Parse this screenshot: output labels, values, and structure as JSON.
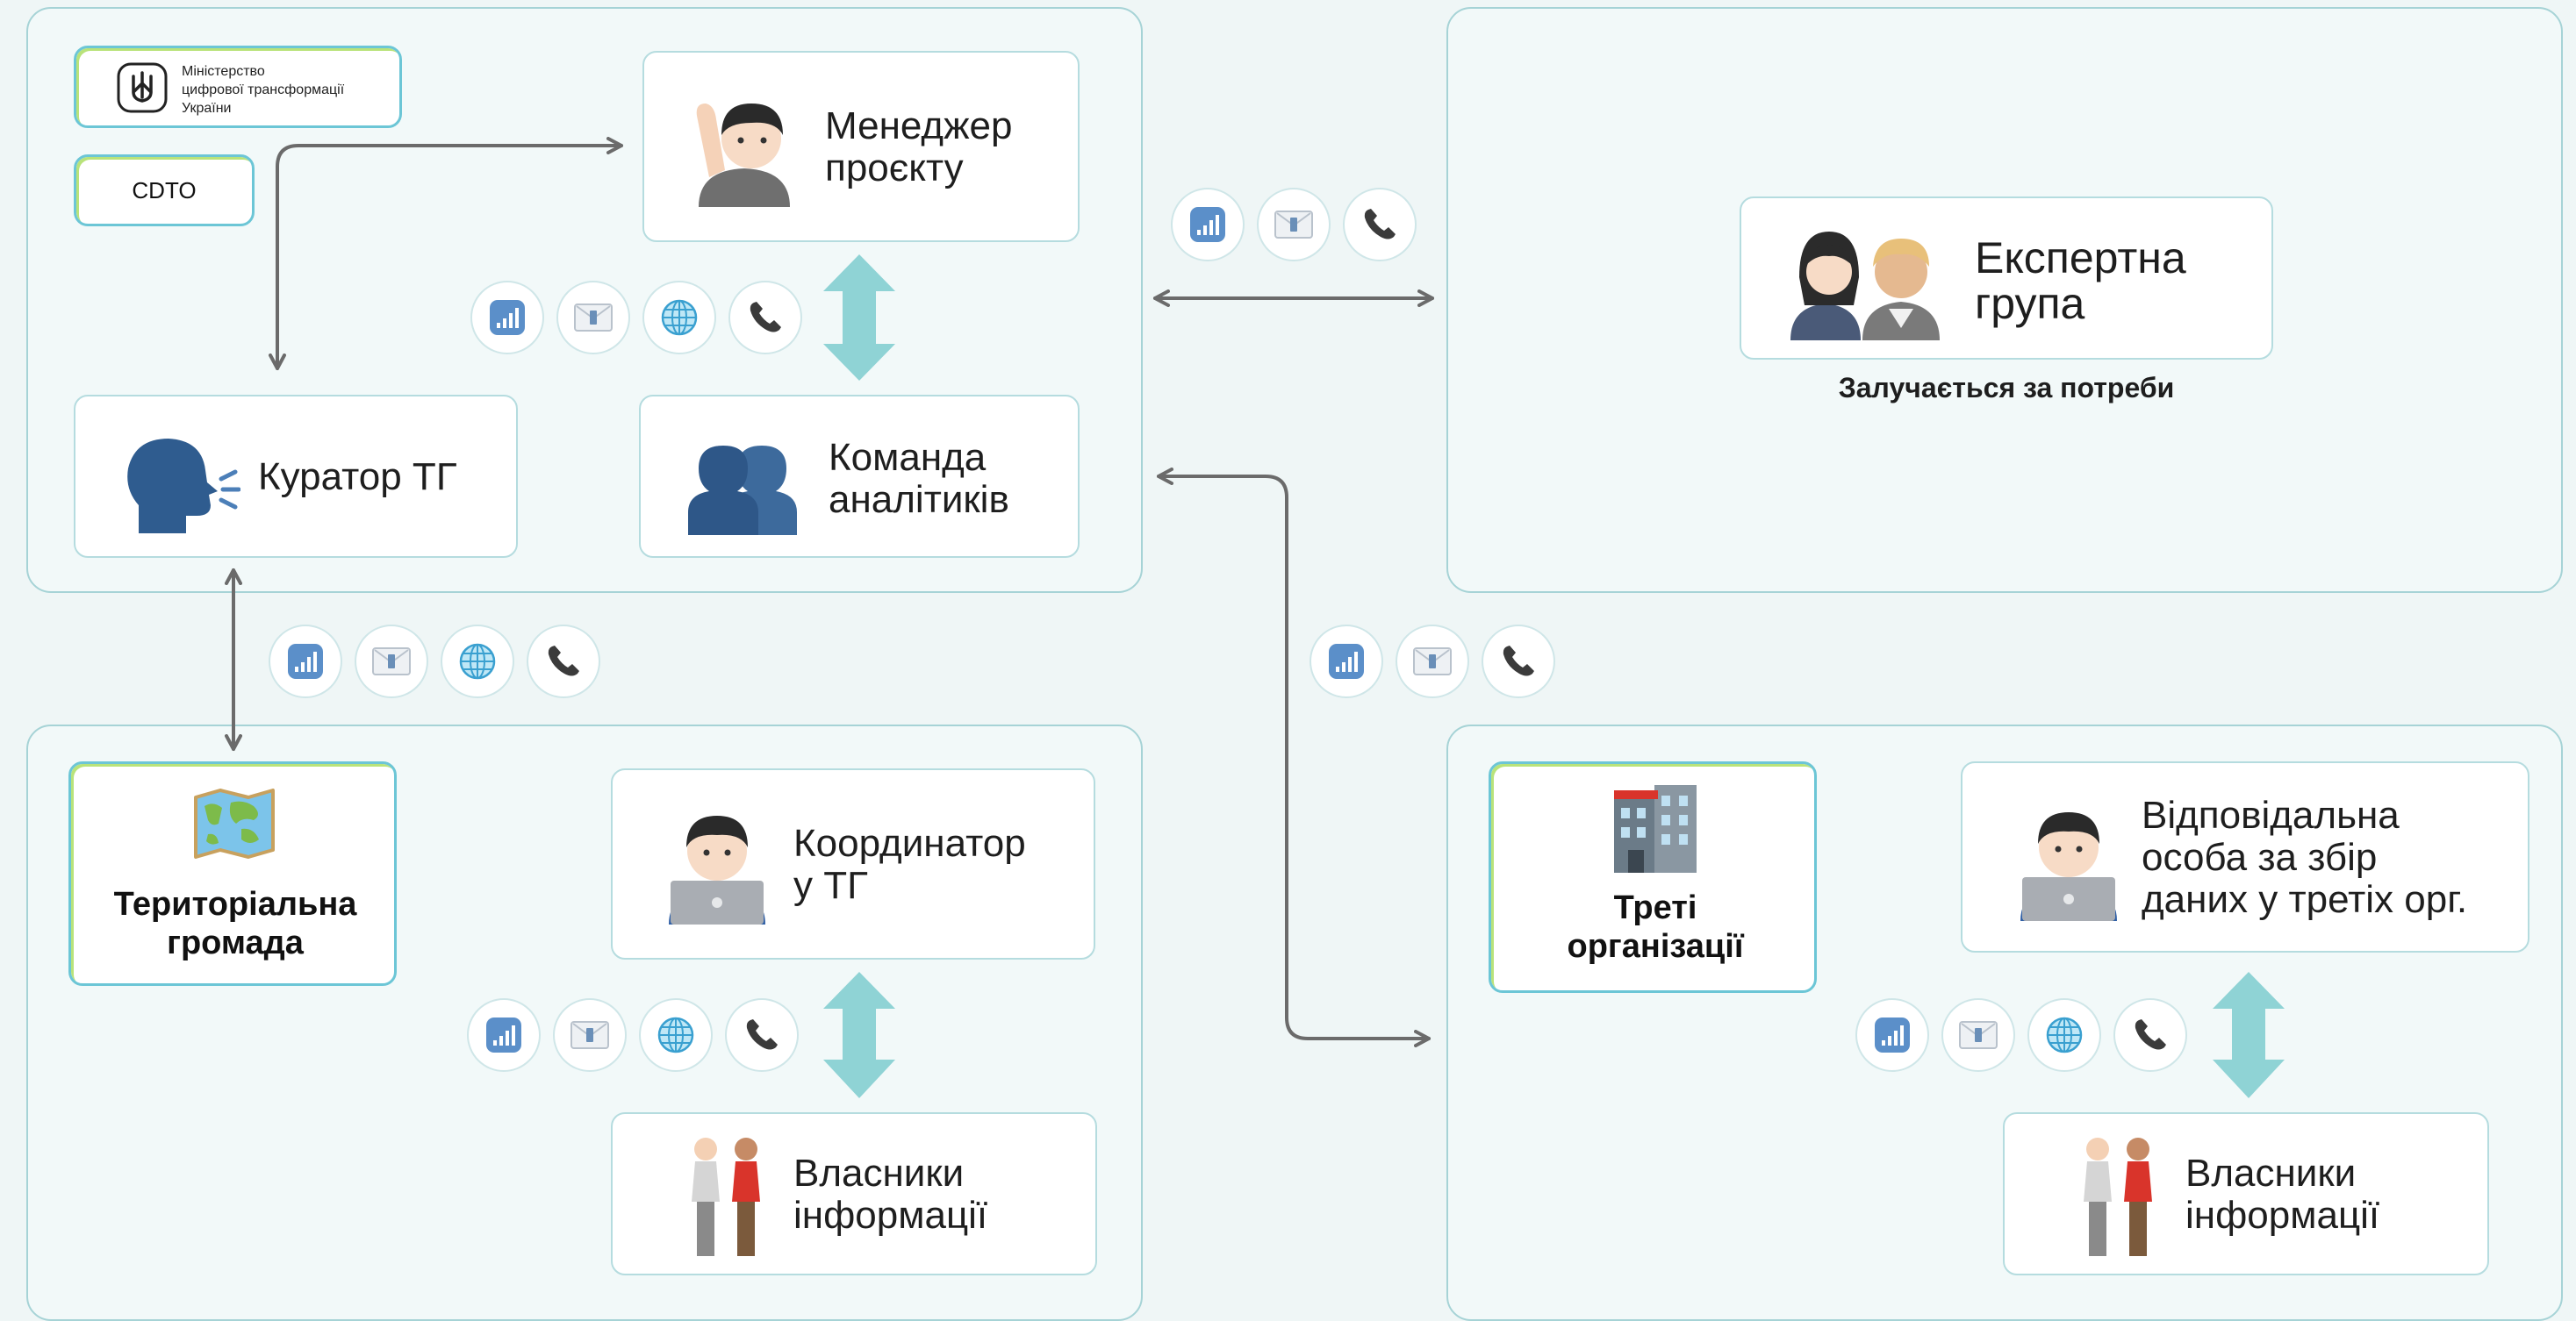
{
  "ministry": {
    "line1": "Міністерство",
    "line2": "цифрової трансформації",
    "line3": "України"
  },
  "cdto": "CDTO",
  "manager": {
    "line1": "Менеджер",
    "line2": "проєкту"
  },
  "curator": "Куратор ТГ",
  "analysts": {
    "line1": "Команда",
    "line2": "аналітиків"
  },
  "expert": {
    "line1": "Експертна",
    "line2": "група",
    "note": "Залучається за потреби"
  },
  "community": {
    "line1": "Територіальна",
    "line2": "громада"
  },
  "coordinator": {
    "line1": "Координатор",
    "line2": "у ТГ"
  },
  "owners_left": {
    "line1": "Власники",
    "line2": "інформації"
  },
  "third": {
    "line1": "Треті",
    "line2": "організації"
  },
  "responsible": {
    "line1": "Відповідальна",
    "line2": "особа за збір",
    "line3": "даних у третіх орг."
  },
  "owners_right": {
    "line1": "Власники",
    "line2": "інформації"
  },
  "channel_icons": [
    "chart-icon",
    "email-icon",
    "globe-icon",
    "phone-icon"
  ],
  "colors": {
    "panel_border": "#a6d3d6",
    "double_arrow": "#8fd3d5",
    "connector": "#6b6b6b",
    "accent_green": "#b9e37a",
    "accent_teal": "#6cc6d6"
  }
}
